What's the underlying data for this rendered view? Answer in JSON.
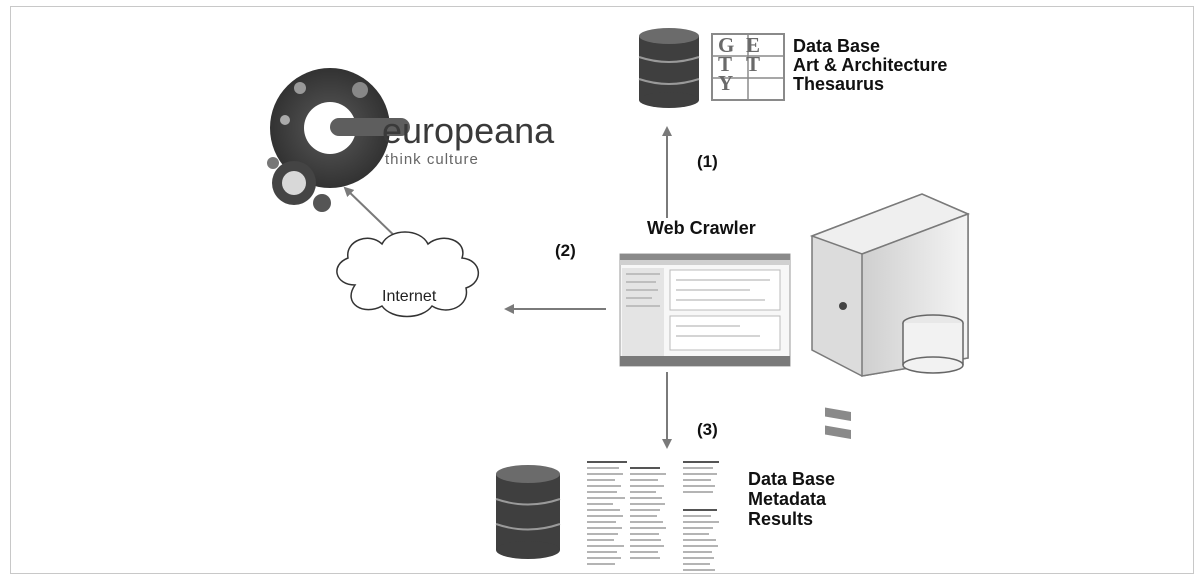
{
  "europeana": {
    "logo_name": "europeana",
    "logo_tagline": "think culture"
  },
  "getty": {
    "logo_text": "GETTY",
    "db_label_line1": "Data Base",
    "db_label_line2": "Art & Architecture",
    "db_label_line3": "Thesaurus"
  },
  "internet": {
    "label": "Internet"
  },
  "crawler": {
    "label": "Web Crawler"
  },
  "steps": {
    "step1": "(1)",
    "step2": "(2)",
    "step3": "(3)"
  },
  "metadata_db": {
    "line1": "Data Base",
    "line2": "Metadata",
    "line3": "Results"
  },
  "colors": {
    "arrow": "#7a7a7a",
    "cylinder_dark": "#3f3f3f",
    "server_light": "#e6e6e6"
  }
}
